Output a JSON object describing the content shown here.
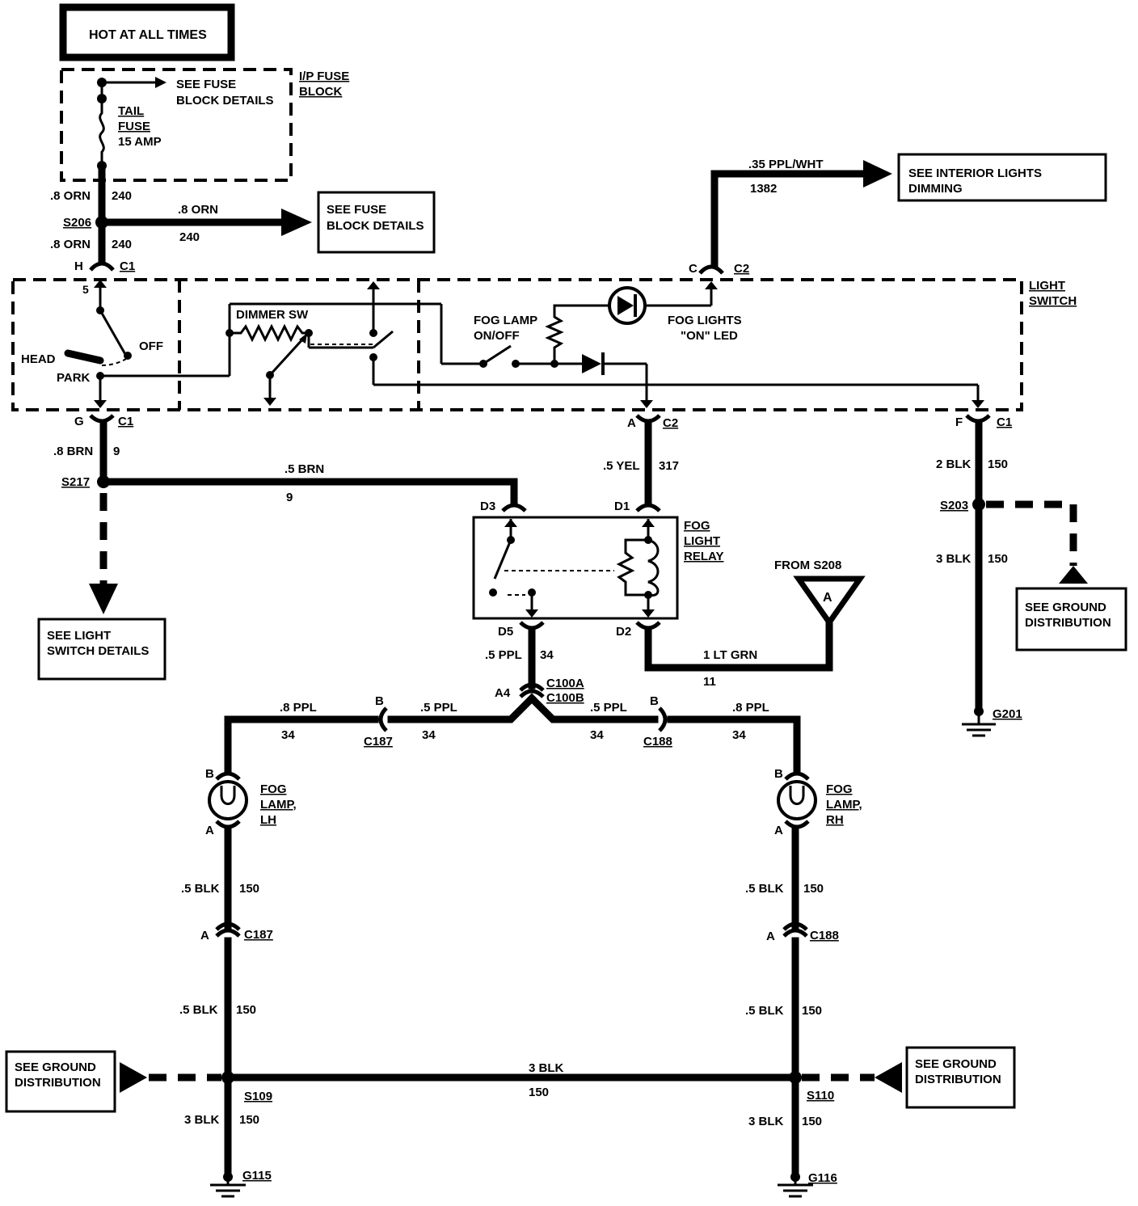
{
  "labels": {
    "hot": "HOT AT ALL TIMES",
    "ip_fuse_block_1": "I/P FUSE",
    "ip_fuse_block_2": "BLOCK",
    "see_fuse_block_top_1": "SEE FUSE",
    "see_fuse_block_top_2": "BLOCK DETAILS",
    "tail_1": "TAIL",
    "tail_2": "FUSE",
    "tail_3": "15 AMP",
    "w_08orn_a": ".8 ORN",
    "c_240_a": "240",
    "s206": "S206",
    "w_08orn_b": ".8 ORN",
    "c_240_b": "240",
    "w_08orn_c": ".8 ORN",
    "c_240_c": "240",
    "see_fuse_block_mid_1": "SEE FUSE",
    "see_fuse_block_mid_2": "BLOCK DETAILS",
    "h": "H",
    "c1_h": "C1",
    "five": "5",
    "off": "OFF",
    "head": "HEAD",
    "park": "PARK",
    "dimmer_sw": "DIMMER SW",
    "fog_lamp_onoff_1": "FOG LAMP",
    "fog_lamp_onoff_2": "ON/OFF",
    "fog_led_1": "FOG LIGHTS",
    "fog_led_2": "\"ON\" LED",
    "light_switch_1": "LIGHT",
    "light_switch_2": "SWITCH",
    "w_035ppl": ".35 PPL/WHT",
    "c_1382": "1382",
    "see_interior_1": "SEE INTERIOR LIGHTS",
    "see_interior_2": "DIMMING",
    "c_pin": "C",
    "c2_top": "C2",
    "g_pin": "G",
    "c1_g": "C1",
    "a_pin_c2": "A",
    "c2_a": "C2",
    "f_pin": "F",
    "c1_f": "C1",
    "w_08brn": ".8 BRN",
    "c_9_a": "9",
    "s217": "S217",
    "w_05brn": ".5 BRN",
    "c_9_b": "9",
    "w_05yel": ".5 YEL",
    "c_317": "317",
    "w_2blk": "2 BLK",
    "c_150_a": "150",
    "s203": "S203",
    "w_3blk_a": "3 BLK",
    "c_150_b": "150",
    "see_light_sw_1": "SEE LIGHT",
    "see_light_sw_2": "SWITCH DETAILS",
    "d3": "D3",
    "d1": "D1",
    "relay_1": "FOG",
    "relay_2": "LIGHT",
    "relay_3": "RELAY",
    "from_s208": "FROM S208",
    "tri_a": "A",
    "see_ground_r_1": "SEE GROUND",
    "see_ground_r_2": "DISTRIBUTION",
    "d5": "D5",
    "d2": "D2",
    "w_05ppl_a": ".5 PPL",
    "c_34_a": "34",
    "w_1ltgrn": "1 LT GRN",
    "c_11": "11",
    "a4": "A4",
    "c100a": "C100A",
    "c100b": "C100B",
    "g201": "G201",
    "w_08ppl_l": ".8 PPL",
    "c_34_l1": "34",
    "b_c187": "B",
    "c187_top": "C187",
    "w_05ppl_l": ".5 PPL",
    "c_34_l2": "34",
    "w_05ppl_r": ".5 PPL",
    "c_34_r2": "34",
    "b_c188": "B",
    "c188_top": "C188",
    "w_08ppl_r": ".8 PPL",
    "c_34_r1": "34",
    "b_lh": "B",
    "fog_lh_1": "FOG",
    "fog_lh_2": "LAMP,",
    "fog_lh_3": "LH",
    "a_lh": "A",
    "b_rh": "B",
    "fog_rh_1": "FOG",
    "fog_rh_2": "LAMP,",
    "fog_rh_3": "RH",
    "a_rh": "A",
    "w_05blk_l1": ".5 BLK",
    "c_150_l1": "150",
    "w_05blk_r1": ".5 BLK",
    "c_150_r1": "150",
    "a_c187": "A",
    "c187_bot": "C187",
    "a_c188": "A",
    "c188_bot": "C188",
    "w_05blk_l2": ".5 BLK",
    "c_150_l2": "150",
    "w_05blk_r2": ".5 BLK",
    "c_150_r2": "150",
    "see_ground_bl_1": "SEE GROUND",
    "see_ground_bl_2": "DISTRIBUTION",
    "w_3blk_mid": "3 BLK",
    "c_150_mid": "150",
    "see_ground_br_1": "SEE GROUND",
    "see_ground_br_2": "DISTRIBUTION",
    "s109": "S109",
    "s110": "S110",
    "w_3blk_l": "3 BLK",
    "c_150_l3": "150",
    "w_3blk_r": "3 BLK",
    "c_150_r3": "150",
    "g115": "G115",
    "g116": "G116"
  }
}
